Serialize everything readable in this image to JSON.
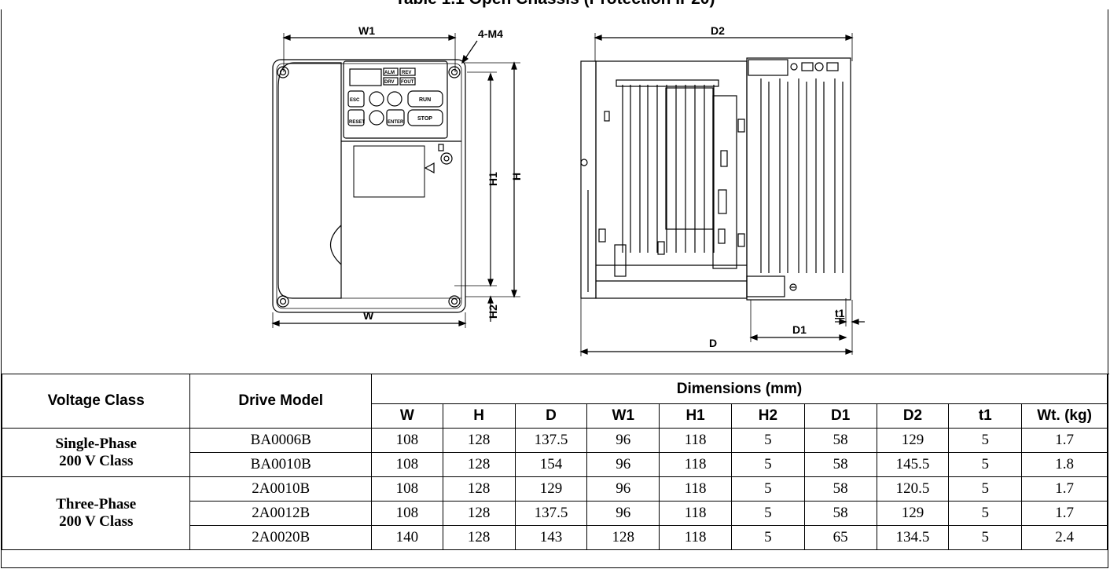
{
  "table": {
    "headers": {
      "voltage_class": "Voltage Class",
      "drive_model": "Drive Model",
      "dimensions": "Dimensions (mm)"
    },
    "columns": [
      "W",
      "H",
      "D",
      "W1",
      "H1",
      "H2",
      "D1",
      "D2",
      "t1",
      "Wt. (kg)"
    ],
    "groups": [
      {
        "voltage_class": "Single-Phase\n200 V Class",
        "rows": [
          {
            "model": "BA0006B",
            "values": [
              "108",
              "128",
              "137.5",
              "96",
              "118",
              "5",
              "58",
              "129",
              "5",
              "1.7"
            ]
          },
          {
            "model": "BA0010B",
            "values": [
              "108",
              "128",
              "154",
              "96",
              "118",
              "5",
              "58",
              "145.5",
              "5",
              "1.8"
            ]
          }
        ]
      },
      {
        "voltage_class": "Three-Phase\n200 V Class",
        "rows": [
          {
            "model": "2A0010B",
            "values": [
              "108",
              "128",
              "129",
              "96",
              "118",
              "5",
              "58",
              "120.5",
              "5",
              "1.7"
            ]
          },
          {
            "model": "2A0012B",
            "values": [
              "108",
              "128",
              "137.5",
              "96",
              "118",
              "5",
              "58",
              "129",
              "5",
              "1.7"
            ]
          },
          {
            "model": "2A0020B",
            "values": [
              "140",
              "128",
              "143",
              "128",
              "118",
              "5",
              "65",
              "134.5",
              "5",
              "2.4"
            ]
          }
        ]
      }
    ]
  },
  "drawing": {
    "front_labels": {
      "w1": "W1",
      "m4": "4-M4",
      "h1": "H1",
      "h": "H",
      "h2": "H2",
      "w": "W"
    },
    "side_labels": {
      "d2": "D2",
      "t1": "t1",
      "d1": "D1",
      "d": "D"
    },
    "keypad": {
      "alm": "ALM",
      "rev": "REV",
      "drv": "DRV",
      "fout": "FOUT",
      "esc": "ESC",
      "run": "RUN",
      "reset": "RESET",
      "enter": "ENTER",
      "stop": "STOP"
    }
  }
}
